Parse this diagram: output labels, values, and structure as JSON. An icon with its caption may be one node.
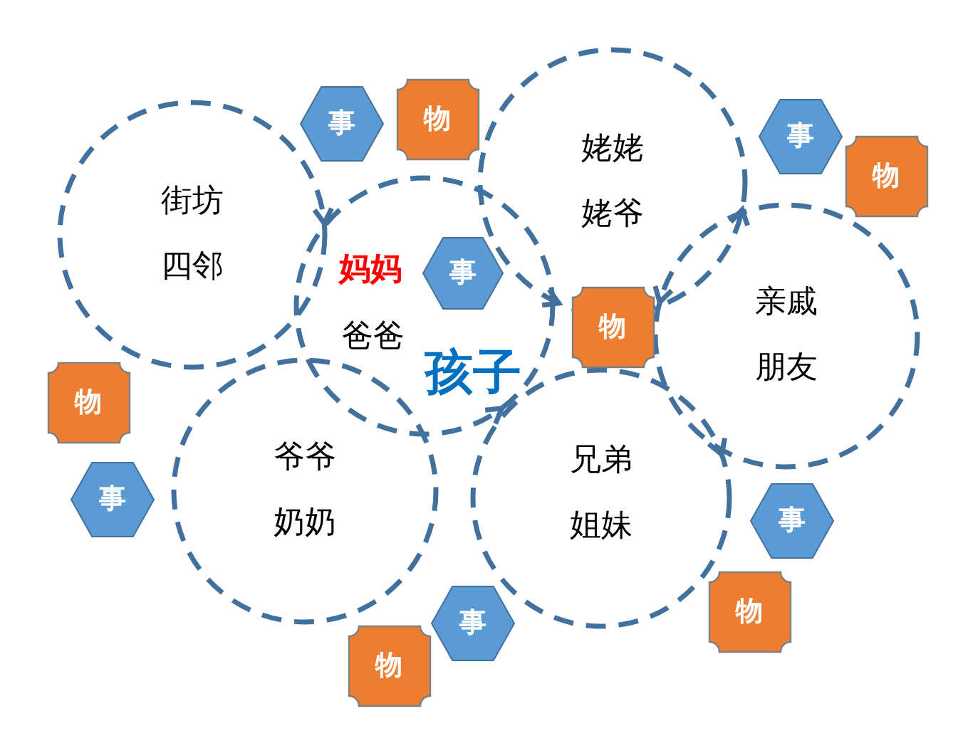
{
  "diagram": {
    "nodes": [
      {
        "text": [
          "事"
        ]
      },
      {
        "text": [
          "物"
        ]
      },
      {
        "text": [
          "姥姥",
          "姥爷"
        ]
      },
      {
        "text": [
          "事"
        ]
      },
      {
        "text": [
          "物"
        ]
      },
      {
        "text": [
          "街坊",
          "四邻"
        ]
      },
      {
        "text": [
          "妈妈",
          "爸爸"
        ]
      },
      {
        "text": [
          "事"
        ],
        "in": 6
      },
      {
        "text": [
          "亲戚",
          "朋友"
        ]
      },
      {
        "text": [
          "物"
        ]
      },
      {
        "text": [
          "物"
        ]
      },
      {
        "text": [
          "爷爷",
          "奶奶"
        ]
      },
      {
        "text": [
          "兄弟",
          "姐妹"
        ]
      },
      {
        "text": [
          "事"
        ]
      },
      {
        "text": [
          "事"
        ]
      },
      {
        "text": [
          "物"
        ]
      },
      {
        "text": [
          "事"
        ]
      },
      {
        "text": [
          "物"
        ]
      }
    ],
    "labels": [
      "孩子"
    ]
  }
}
